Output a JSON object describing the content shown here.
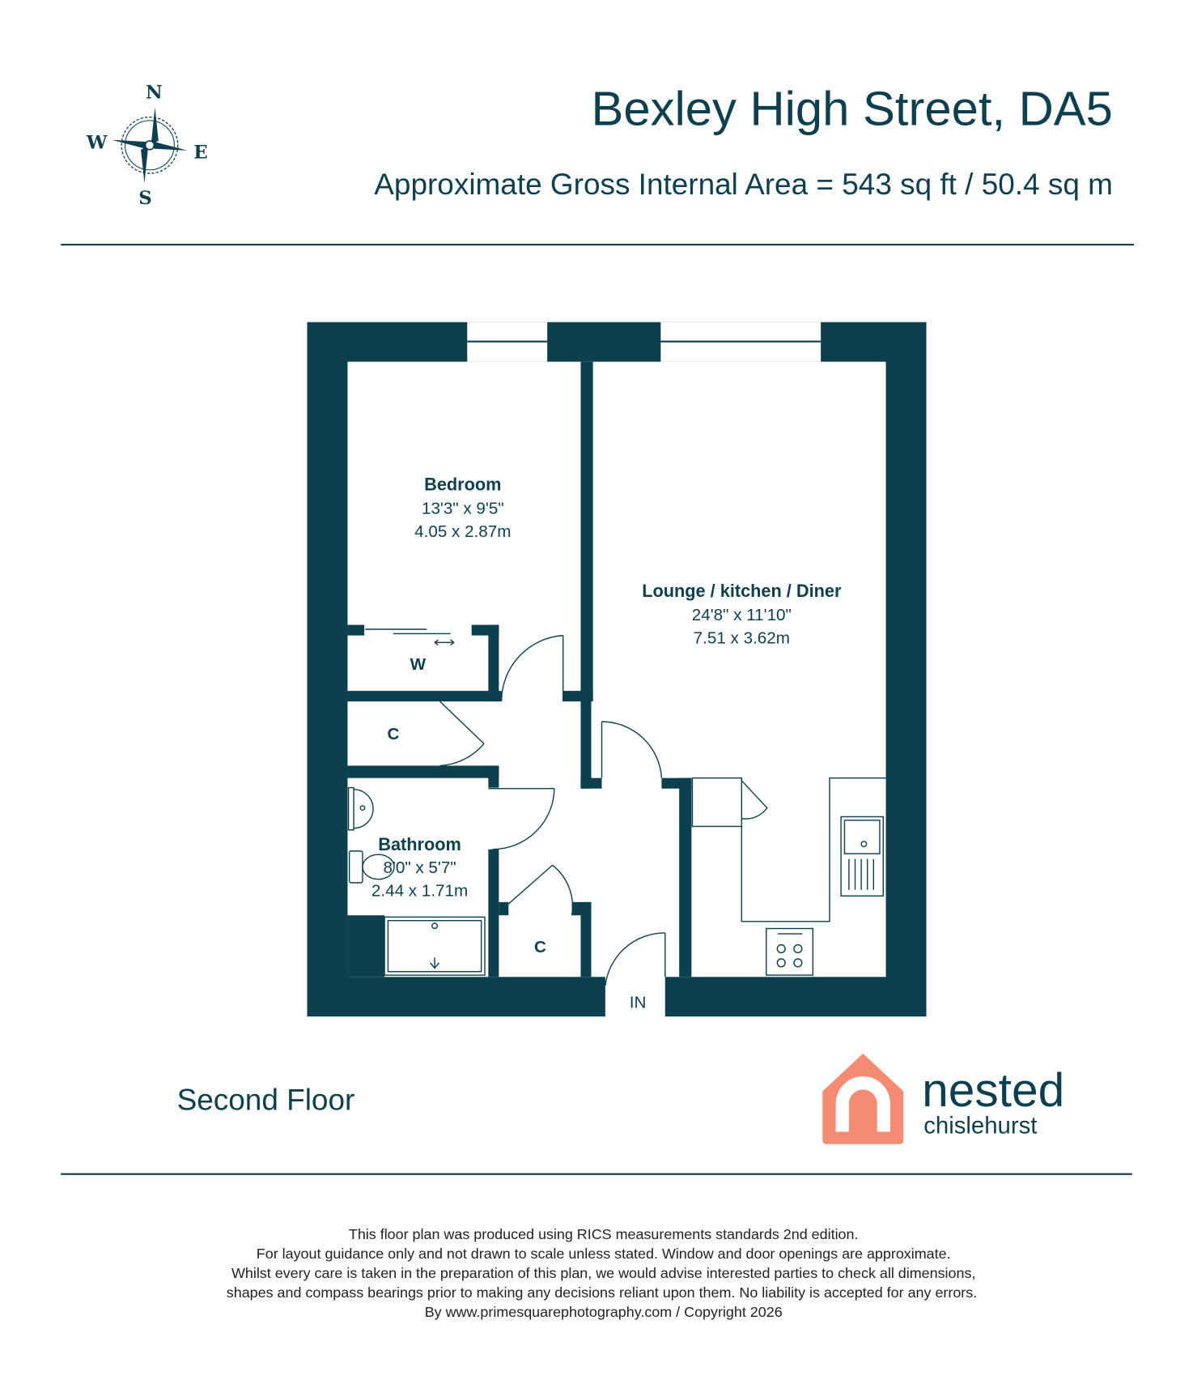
{
  "header": {
    "title": "Bexley High Street, DA5",
    "area": "Approximate Gross Internal Area = 543 sq ft / 50.4 sq m"
  },
  "compass": {
    "n": "N",
    "s": "S",
    "e": "E",
    "w": "W"
  },
  "rooms": {
    "bedroom": {
      "name": "Bedroom",
      "imperial": "13'3\" x 9'5\"",
      "metric": "4.05 x 2.87m"
    },
    "lounge": {
      "name": "Lounge / kitchen / Diner",
      "imperial": "24'8\" x 11'10\"",
      "metric": "7.51 x 3.62m"
    },
    "bathroom": {
      "name": "Bathroom",
      "imperial": "8'0\" x 5'7\"",
      "metric": "2.44 x 1.71m"
    },
    "wardrobe": "W",
    "cupboard1": "C",
    "cupboard2": "C",
    "entrance": "IN"
  },
  "floor_label": "Second Floor",
  "logo": {
    "name": "nested",
    "location": "chislehurst"
  },
  "footer": [
    "This floor plan was produced using RICS measurements standards 2nd edition.",
    "For layout guidance only and not drawn to scale unless stated. Window and door openings are approximate.",
    "Whilst every care is taken in the preparation of this plan, we would advise interested parties to check all dimensions,",
    "shapes and compass bearings prior to making any decisions reliant upon them. No liability is accepted for any errors.",
    "By www.primesquarephotography.com / Copyright 2026"
  ],
  "colors": {
    "primary": "#0d3f4f",
    "brand": "#f58b72"
  }
}
